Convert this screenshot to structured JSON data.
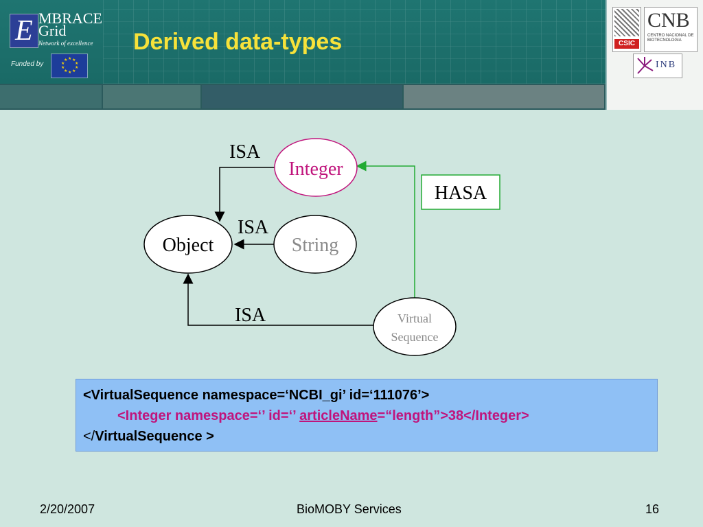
{
  "header": {
    "logo_text": "MBRACE",
    "logo_text2": "Grid",
    "logo_letter": "E",
    "logo_subtitle": "Network of excellence",
    "funded_by": "Funded by",
    "title": "Derived data-types",
    "csic_label": "CSIC",
    "cnb_label": "CNB",
    "cnb_sub": "CENTRO NACIONAL DE BIOTECNOLOGIA",
    "inb_label": "INB"
  },
  "diagram": {
    "nodes": {
      "integer": "Integer",
      "string": "String",
      "object": "Object",
      "virtual_line1": "Virtual",
      "virtual_line2": "Sequence"
    },
    "edges": {
      "isa_integer": "ISA",
      "isa_string": "ISA",
      "isa_virtual": "ISA",
      "hasa": "HASA"
    },
    "colors": {
      "integer_text": "#c0147c",
      "integer_border": "#c0147c",
      "string_text": "#8a8a8a",
      "virtual_text": "#8a8a8a",
      "hasa_line": "#22aa33",
      "isa_line": "#000000"
    }
  },
  "code": {
    "line1": "<VirtualSequence namespace=‘NCBI_gi’ id=‘111076’>",
    "line2_prefix": "<Integer namespace=‘’ id=‘’ ",
    "line2_link": "articleName",
    "line2_suffix": "=“length”>38</Integer>",
    "line3_a": "</",
    "line3_b": "VirtualSequence",
    "line3_c": " >",
    "colors": {
      "line2": "#c0147c",
      "default": "#000000"
    }
  },
  "footer": {
    "date": "2/20/2007",
    "center": "BioMOBY Services",
    "page": "16"
  }
}
